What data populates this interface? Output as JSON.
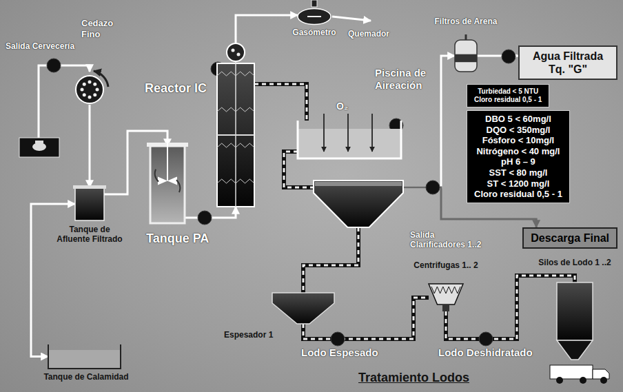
{
  "diagram": {
    "caption": "Tratamiento Lodos",
    "nodes": [
      {
        "text": [
          "Cedazo Fino"
        ]
      },
      {
        "text": [
          "Tanque de Afluente Filtrado"
        ]
      },
      {
        "text": [
          "Tanque PA"
        ]
      },
      {
        "text": [
          "Reactor IC"
        ]
      },
      {
        "text": [
          "Gasómetro"
        ]
      },
      {
        "text": [
          "Piscina de Aireación"
        ]
      },
      {
        "text": [
          "Salida Clarificadores 1..2"
        ]
      },
      {
        "text": [
          "Filtros de Arena"
        ]
      },
      {
        "text": [
          "Agua Filtrada Tq. \"G\""
        ]
      },
      {
        "text": [
          "Turbiedad < 5 NTU",
          "Cloro residual 0,5 - 1"
        ]
      },
      {
        "text": [
          "DBO 5 < 60mg/l",
          "DQO < 350mg/l",
          "Fósforo < 10mg/l",
          "Nitrógeno < 40 mg/l",
          "pH 6 – 9",
          "SST < 80 mg/l",
          "ST < 1200 mg/l",
          "Cloro residual 0,5 - 1"
        ]
      },
      {
        "text": [
          "Descarga Final"
        ]
      },
      {
        "text": [
          "Espesador 1"
        ]
      },
      {
        "text": [
          "Centrifugas 1.. 2"
        ]
      },
      {
        "text": [
          "Silos de Lodo 1 ..2"
        ]
      },
      {
        "text": [
          "Tanque de Calamidad"
        ]
      }
    ],
    "edges": [
      {
        "from": 0,
        "to": 1,
        "arrow": "to"
      },
      {
        "from": 1,
        "to": 2,
        "arrow": "to"
      },
      {
        "from": 2,
        "to": 3,
        "arrow": "to"
      },
      {
        "from": 3,
        "to": 4,
        "arrow": "to"
      },
      {
        "from": 3,
        "to": 5,
        "arrow": "none"
      },
      {
        "from": 5,
        "to": 6,
        "arrow": "none"
      },
      {
        "from": 6,
        "to": 7,
        "arrow": "to"
      },
      {
        "from": 7,
        "to": 8,
        "arrow": "to"
      },
      {
        "from": 6,
        "to": 11,
        "arrow": "to"
      },
      {
        "from": 6,
        "to": 12,
        "arrow": "none"
      },
      {
        "from": 12,
        "to": 13,
        "label": "Lodo Espesado",
        "arrow": "none"
      },
      {
        "from": 13,
        "to": 14,
        "label": "Lodo Deshidratado",
        "arrow": "none"
      },
      {
        "from": 15,
        "to": 1,
        "arrow": "both"
      }
    ],
    "labels": [
      "Salida Cervecería",
      "Quemador",
      "O₂"
    ]
  }
}
